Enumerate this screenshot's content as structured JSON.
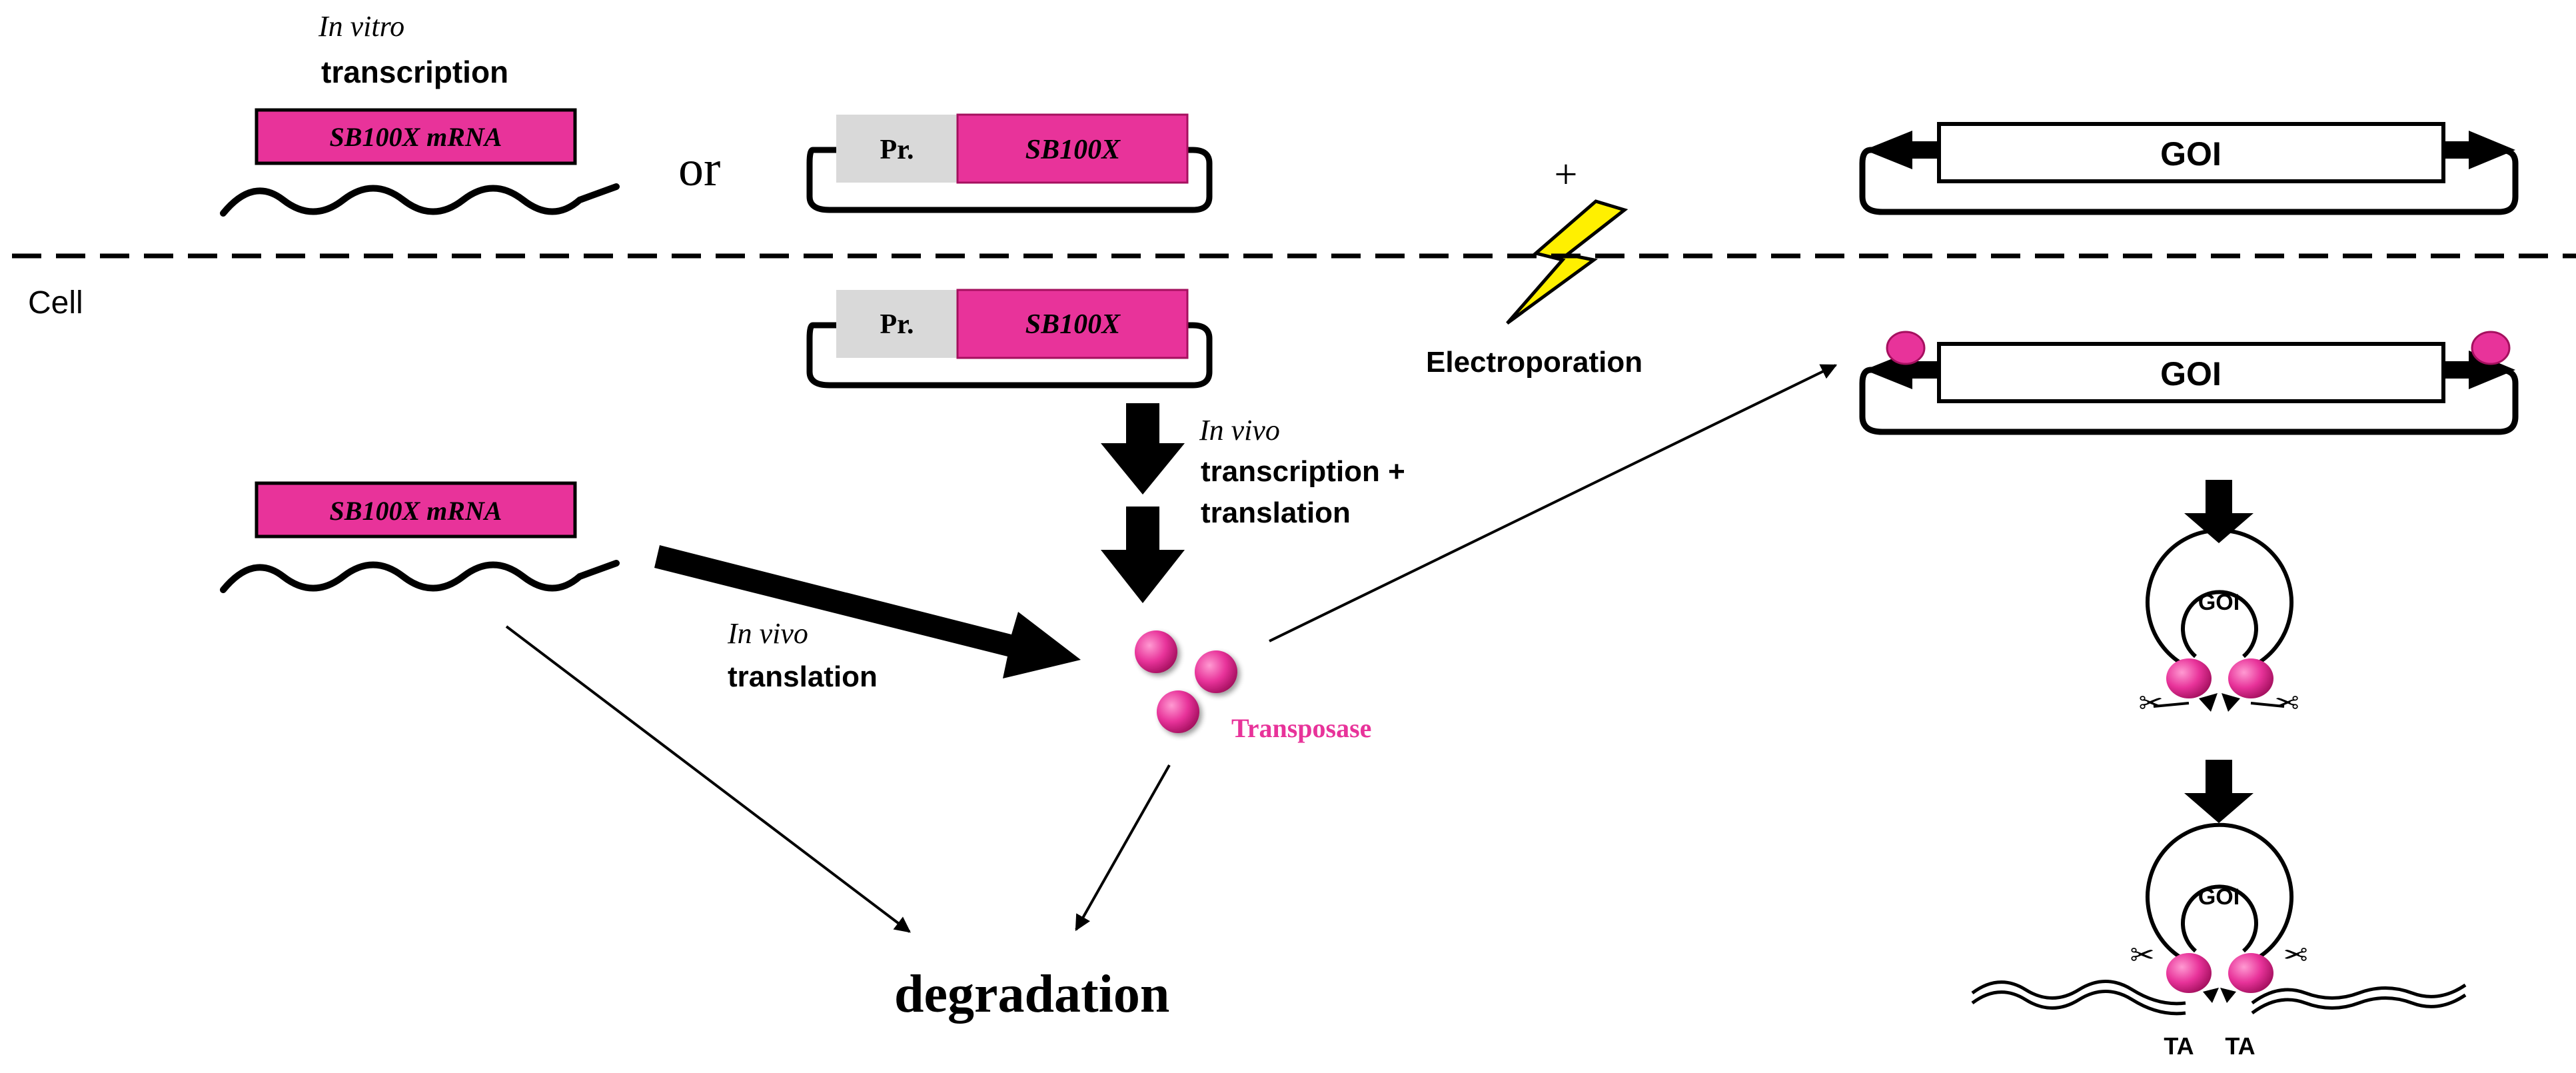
{
  "labels": {
    "in_vitro": "In vitro",
    "transcription": "transcription",
    "mrna_box": "SB100X mRNA",
    "or": "or",
    "promoter": "Pr.",
    "sb100x": "SB100X",
    "plus": "+",
    "goi": "GOI",
    "cell": "Cell",
    "electroporation": "Electroporation",
    "in_vivo": "In vivo",
    "transcription_plus": "transcription +",
    "translation": "translation",
    "transposase": "Transposase",
    "degradation": "degradation",
    "ta": "TA"
  },
  "colors": {
    "magenta": "#E8339A",
    "magenta_dark": "#B0156E",
    "promoter_gray": "#D9D9D9",
    "lightning": "#FFF000",
    "black": "#000000"
  }
}
